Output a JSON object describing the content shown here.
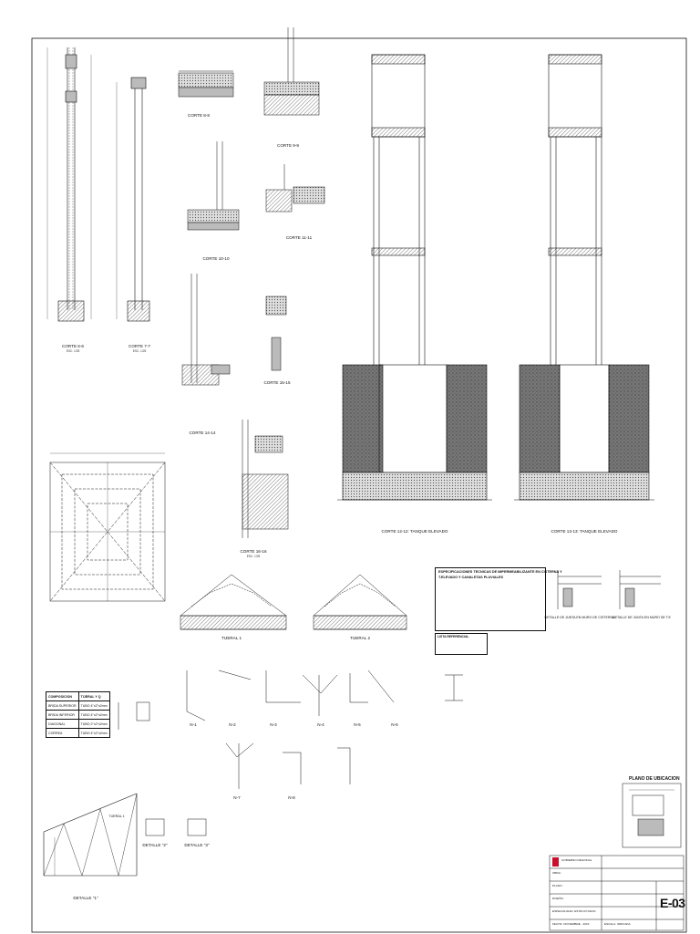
{
  "sheet": {
    "code": "E-03",
    "accent": "#c8102e"
  },
  "sections": {
    "c66": "CORTE 6-6",
    "c77": "CORTE 7-7",
    "c88": "CORTE 8-8",
    "c99": "CORTE 9-9",
    "c1010": "CORTE 10-10",
    "c1111": "CORTE 11-11",
    "c1414": "CORTE 14-14",
    "c1515": "CORTE 15-15",
    "c1616": "CORTE 16-16",
    "t1212": "CORTE 12-12: TANQUE ELEVADO",
    "t1313": "CORTE 13-13: TANQUE ELEVADO",
    "scale": "ESC. 1/25"
  },
  "trusses": {
    "t1": "TIJERAL 1",
    "t2": "TIJERAL 2"
  },
  "spec": {
    "title_line1": "ESPECIFICACIONES TECNICAS DE IMPERMEABILIZANTE EN CISTERNA Y",
    "title_line2": "T.ELEVADO Y CANALETAS PLUVIALES",
    "lista_title": "LISTA REFERENCIAL"
  },
  "joints": {
    "cisterna": "DETALLE DE JUNTA EN MURO DE CISTERNA",
    "te": "DETALLE DE JUNTA EN MURO DE T.E"
  },
  "composition": {
    "headers": [
      "COMPOSICION",
      "TIJERAL Y Q"
    ],
    "rows": [
      [
        "BRIDA SUPERIOR",
        "TUBO 4\"x2\"x2mm"
      ],
      [
        "BRIDA INFERIOR",
        "TUBO 4\"x2\"x2mm"
      ],
      [
        "DIAGONAL",
        "TUBO 2\"x2\"x2mm"
      ],
      [
        "CORREA",
        "TUBO 4\"x2\"x2mm"
      ]
    ]
  },
  "nodes": [
    "N-1",
    "N-2",
    "N-3",
    "N-4",
    "N-5",
    "N-6",
    "N-7",
    "N-8"
  ],
  "details": {
    "d1": "DETALLE \"1\"",
    "d2": "DETALLE \"2\"",
    "d3": "DETALLE \"3\"",
    "tijeral": "TIJERAL 1"
  },
  "location": {
    "title": "PLANO DE UBICACION"
  },
  "title_block": {
    "lines": [
      "GOBIERNO REGIONAL",
      "OBRA:",
      "PLANO:",
      "DISEÑO:",
      "ESPECIALIDAD: ESTRUCTURAS",
      "ESCALA: INDICADA",
      "FECHA: NOVIEMBRE - 2019"
    ]
  }
}
